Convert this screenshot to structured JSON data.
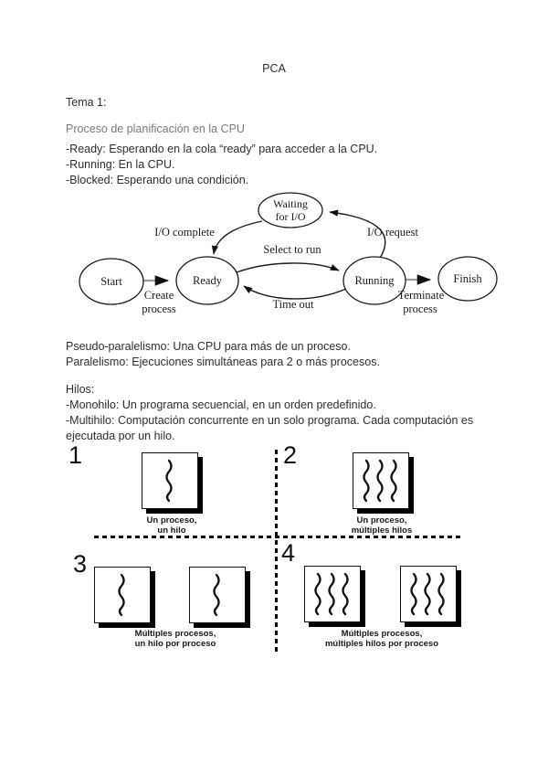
{
  "page": {
    "title": "PCA",
    "tema": "Tema 1:"
  },
  "section_cpu": {
    "heading": "Proceso de planificación en la CPU",
    "heading_color": "#7a7a7a",
    "lines": [
      "-Ready: Esperando en la cola “ready” para acceder a la CPU.",
      "-Running: En la CPU.",
      "-Blocked: Esperando una condición."
    ]
  },
  "state_diagram": {
    "states": {
      "start": "Start",
      "ready": "Ready",
      "running": "Running",
      "finish": "Finish",
      "waiting_line1": "Waiting",
      "waiting_line2": "for I/O"
    },
    "transitions": {
      "io_complete": "I/O complete",
      "io_request": "I/O request",
      "select_to_run": "Select to run",
      "time_out": "Time out",
      "create_line1": "Create",
      "create_line2": "process",
      "terminate_line1": "Terminate",
      "terminate_line2": "process"
    }
  },
  "section_parallel": {
    "lines": [
      "Pseudo-paralelismo: Una CPU para más de un proceso.",
      "Paralelismo: Ejecuciones simultáneas para 2 o más procesos."
    ]
  },
  "section_threads": {
    "heading": "Hilos:",
    "lines": [
      "-Monohilo: Un programa secuencial, en un orden predefinido.",
      "-Multihilo: Computación concurrente en un solo programa. Cada computación es",
      "ejecutada por un hilo."
    ]
  },
  "threads_figure": {
    "quadrants": [
      {
        "number": "1",
        "label_line1": "Un proceso,",
        "label_line2": "un hilo",
        "boxes": 1,
        "threads_per_box": 1
      },
      {
        "number": "2",
        "label_line1": "Un proceso,",
        "label_line2": "múltiples hilos",
        "boxes": 1,
        "threads_per_box": 3
      },
      {
        "number": "3",
        "label_line1": "Múltiples procesos,",
        "label_line2": "un hilo por proceso",
        "boxes": 2,
        "threads_per_box": 1
      },
      {
        "number": "4",
        "label_line1": "Múltiples procesos,",
        "label_line2": "múltiples hilos por proceso",
        "boxes": 2,
        "threads_per_box": 3
      }
    ]
  }
}
